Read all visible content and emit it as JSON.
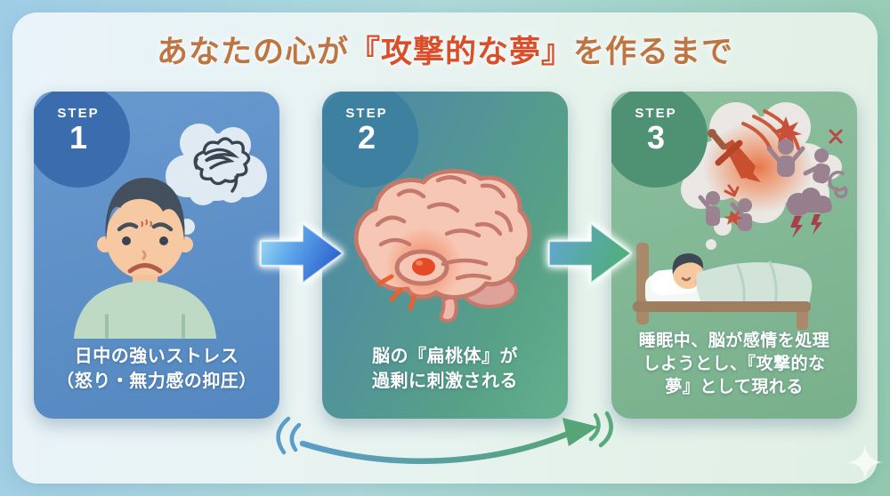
{
  "title": {
    "prefix": "あなたの心が",
    "highlight": "『攻撃的な夢』",
    "suffix": "を作るまで",
    "base_color": "#bf7542",
    "highlight_color": "#d94f2b"
  },
  "steps": [
    {
      "badge_label": "STEP",
      "badge_number": "1",
      "caption": "日中の強いストレス\n（怒り・無力感の抑圧）",
      "illustration": "worried-person-with-tangled-thought-bubble",
      "card_color": "#5b8ec6",
      "badge_color": "#3a6cae"
    },
    {
      "badge_label": "STEP",
      "badge_number": "2",
      "caption": "脳の『扁桃体』が\n過剰に刺激される",
      "illustration": "brain-with-glowing-amygdala-and-emphasis-marks",
      "card_color": "#55988f",
      "badge_color": "#3e80a0"
    },
    {
      "badge_label": "STEP",
      "badge_number": "3",
      "caption": "睡眠中、脳が感情を処理\nしようとし、『攻撃的な\n夢』として現れる",
      "illustration": "sleeping-person-with-aggressive-dream-cloud",
      "card_color": "#82b795",
      "badge_color": "#4e9173"
    }
  ],
  "arrows": {
    "step1_to_step2": {
      "type": "block-arrow",
      "gradient": [
        "#a8e2f4",
        "#5fa8ea",
        "#3066d2"
      ]
    },
    "step2_to_step3": {
      "type": "block-arrow",
      "gradient": [
        "#64a8da",
        "#57a9a2",
        "#4fae7e"
      ]
    },
    "flow_loop": {
      "type": "curved-arrow",
      "gradient": [
        "#5b9cc8",
        "#55a578"
      ]
    }
  },
  "decorations": {
    "sparkle": "four-point-star",
    "sparkle_color": "#ffffff"
  }
}
